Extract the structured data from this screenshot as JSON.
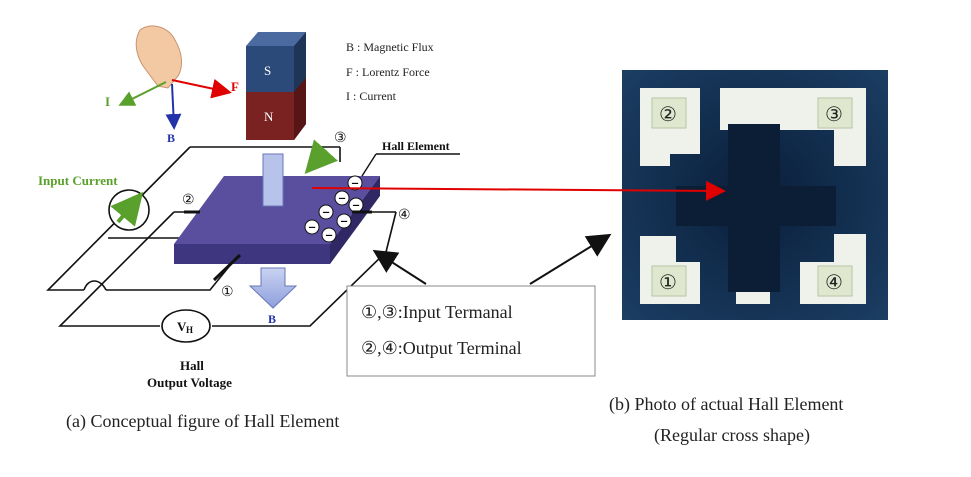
{
  "legend": {
    "b": "B : Magnetic Flux",
    "f": "F : Lorentz Force",
    "i": "I  : Current"
  },
  "hand": {
    "f": "F",
    "i": "I",
    "b": "B"
  },
  "magnet": {
    "s": "S",
    "n": "N"
  },
  "labels": {
    "hall_element": "Hall Element",
    "input_current": "Input Current",
    "vh_main": "V",
    "vh_sub": "H",
    "hall_output_l1": "Hall",
    "hall_output_l2": "Output Voltage",
    "b_below": "B",
    "electron": "−"
  },
  "pins": {
    "p1": "①",
    "p2": "②",
    "p3": "③",
    "p4": "④"
  },
  "terminal_box": {
    "line1": "①,③:Input Termanal",
    "line2": "②,④:Output Terminal"
  },
  "photo_pins": {
    "p1": "①",
    "p2": "②",
    "p3": "③",
    "p4": "④"
  },
  "captions": {
    "a": "(a) Conceptual figure of Hall Element",
    "b_line1": "(b) Photo of actual Hall Element",
    "b_line2": "(Regular cross shape)"
  },
  "colors": {
    "magnet_s": "#2b4a7a",
    "magnet_n": "#7a2222",
    "plate_top": "#5a4f9e",
    "plate_front": "#3f3680",
    "arrow_red": "#e00000",
    "green": "#5aa02c",
    "blue_label": "#2233aa",
    "photo_bg": "#0e2a4a",
    "photo_pad": "#eef2ea"
  }
}
